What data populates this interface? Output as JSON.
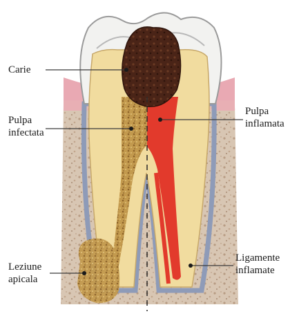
{
  "diagram": {
    "labels": {
      "carie": {
        "lines": [
          "Carie"
        ]
      },
      "pulpa_infectata": {
        "lines": [
          "Pulpa",
          "infectata"
        ]
      },
      "pulpa_inflamata": {
        "lines": [
          "Pulpa",
          "inflamata"
        ]
      },
      "leziune_apicala": {
        "lines": [
          "Leziune",
          "apicala"
        ]
      },
      "ligamente_inflamate": {
        "lines": [
          "Ligamente",
          "inflamate"
        ]
      }
    },
    "colors": {
      "enamel": "#f2f2f0",
      "dentin": "#f1dc9f",
      "caries": "#4a2417",
      "infected_pulp": "#b88a3c",
      "inflamed_pulp": "#e23a2c",
      "gum": "#e9a9b3",
      "bone": "#d6c3b0",
      "ligament": "#8e9bb8"
    }
  }
}
